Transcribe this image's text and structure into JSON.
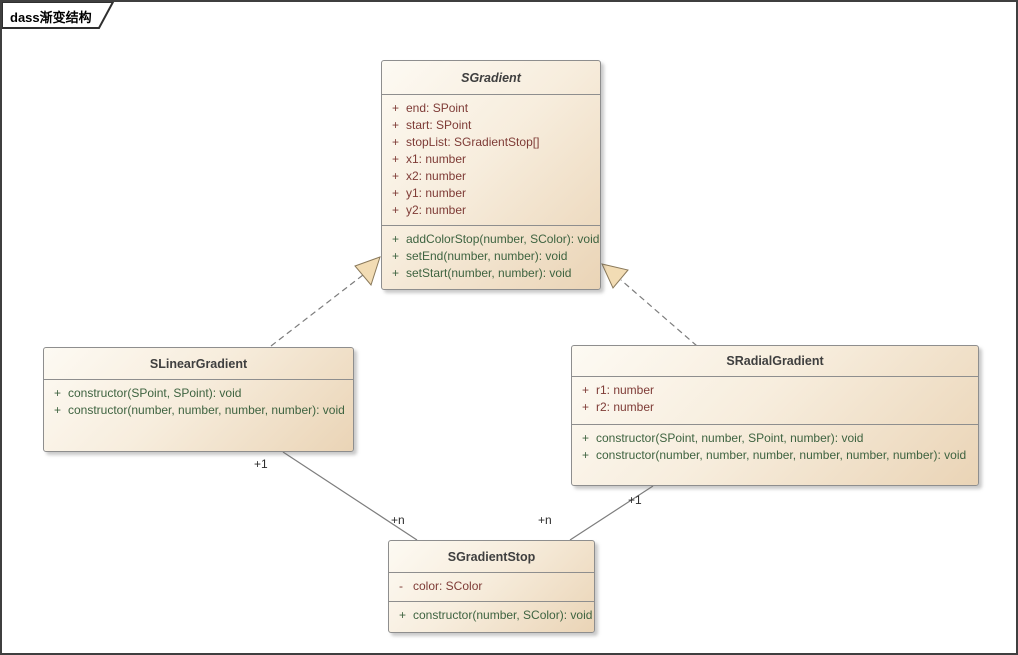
{
  "diagram": {
    "tab_label": "dass渐变结构",
    "type": "uml-class-diagram"
  },
  "colors": {
    "attribute_text": "#7e3b36",
    "method_text": "#3e6340",
    "box_border": "#8e8e8e",
    "box_fill_light": "#fdfaf3",
    "box_fill_dark": "#ead4b6",
    "connector_line": "#7d7d7d",
    "arrow_fill": "#f2dcb4",
    "frame_border": "#3f3f3f"
  },
  "classes": [
    {
      "name": "SGradient",
      "abstract": true,
      "attributes": [
        {
          "vis": "+",
          "text": "end: SPoint"
        },
        {
          "vis": "+",
          "text": "start: SPoint"
        },
        {
          "vis": "+",
          "text": "stopList: SGradientStop[]"
        },
        {
          "vis": "+",
          "text": "x1: number"
        },
        {
          "vis": "+",
          "text": "x2: number"
        },
        {
          "vis": "+",
          "text": "y1: number"
        },
        {
          "vis": "+",
          "text": "y2: number"
        }
      ],
      "methods": [
        {
          "vis": "+",
          "text": "addColorStop(number, SColor): void"
        },
        {
          "vis": "+",
          "text": "setEnd(number, number): void"
        },
        {
          "vis": "+",
          "text": "setStart(number, number): void"
        }
      ]
    },
    {
      "name": "SLinearGradient",
      "abstract": false,
      "attributes": [],
      "methods": [
        {
          "vis": "+",
          "text": "constructor(SPoint, SPoint): void"
        },
        {
          "vis": "+",
          "text": "constructor(number, number, number, number): void"
        }
      ]
    },
    {
      "name": "SRadialGradient",
      "abstract": false,
      "attributes": [
        {
          "vis": "+",
          "text": "r1: number"
        },
        {
          "vis": "+",
          "text": "r2: number"
        }
      ],
      "methods": [
        {
          "vis": "+",
          "text": "constructor(SPoint, number, SPoint, number): void"
        },
        {
          "vis": "+",
          "text": "constructor(number, number, number, number, number, number): void"
        }
      ]
    },
    {
      "name": "SGradientStop",
      "abstract": false,
      "attributes": [
        {
          "vis": "-",
          "text": "color: SColor"
        }
      ],
      "methods": [
        {
          "vis": "+",
          "text": "constructor(number, SColor): void"
        }
      ]
    }
  ],
  "edges": [
    {
      "type": "generalization",
      "from": "SLinearGradient",
      "to": "SGradient"
    },
    {
      "type": "generalization",
      "from": "SRadialGradient",
      "to": "SGradient"
    },
    {
      "type": "association",
      "from": "SLinearGradient",
      "to": "SGradientStop",
      "from_label": "+1",
      "to_label": "+n"
    },
    {
      "type": "association",
      "from": "SRadialGradient",
      "to": "SGradientStop",
      "from_label": "+1",
      "to_label": "+n"
    }
  ]
}
